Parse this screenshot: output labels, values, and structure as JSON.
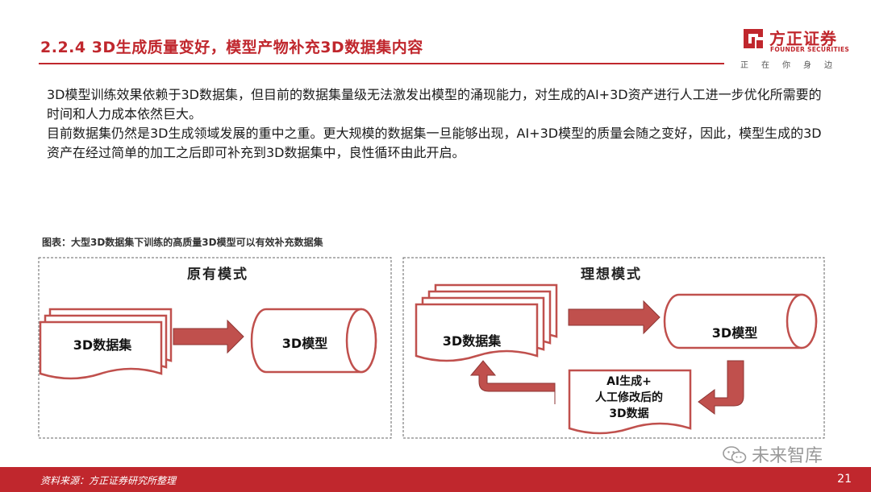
{
  "header": {
    "title": "2.2.4 3D生成质量变好，模型产物补充3D数据集内容",
    "logo_cn": "方正证券",
    "logo_en": "FOUNDER SECURITIES",
    "slogan": "正在你身边"
  },
  "body": {
    "para1": "3D模型训练效果依赖于3D数据集，但目前的数据集量级无法激发出模型的涌现能力，对生成的AI+3D资产进行人工进一步优化所需要的时间和人力成本依然巨大。",
    "para2": "目前数据集仍然是3D生成领域发展的重中之重。更大规模的数据集一旦能够出现，AI+3D模型的质量会随之变好，因此，模型生成的3D资产在经过简单的加工之后即可补充到3D数据集中，良性循环由此开启。"
  },
  "figure": {
    "caption": "图表：大型3D数据集下训练的高质量3D模型可以有效补充数据集",
    "left_panel": {
      "title": "原有模式",
      "dataset_label": "3D数据集",
      "model_label": "3D模型"
    },
    "right_panel": {
      "title": "理想模式",
      "dataset_label": "3D数据集",
      "model_label": "3D模型",
      "output_line1": "AI生成+",
      "output_line2": "人工修改后的",
      "output_line3": "3D数据"
    }
  },
  "footer": {
    "source": "资料来源：方正证券研究所整理",
    "page_number": "21"
  },
  "watermark": "未来智库",
  "colors": {
    "brand_red": "#c0272d",
    "arrow_red": "#c0504d"
  }
}
